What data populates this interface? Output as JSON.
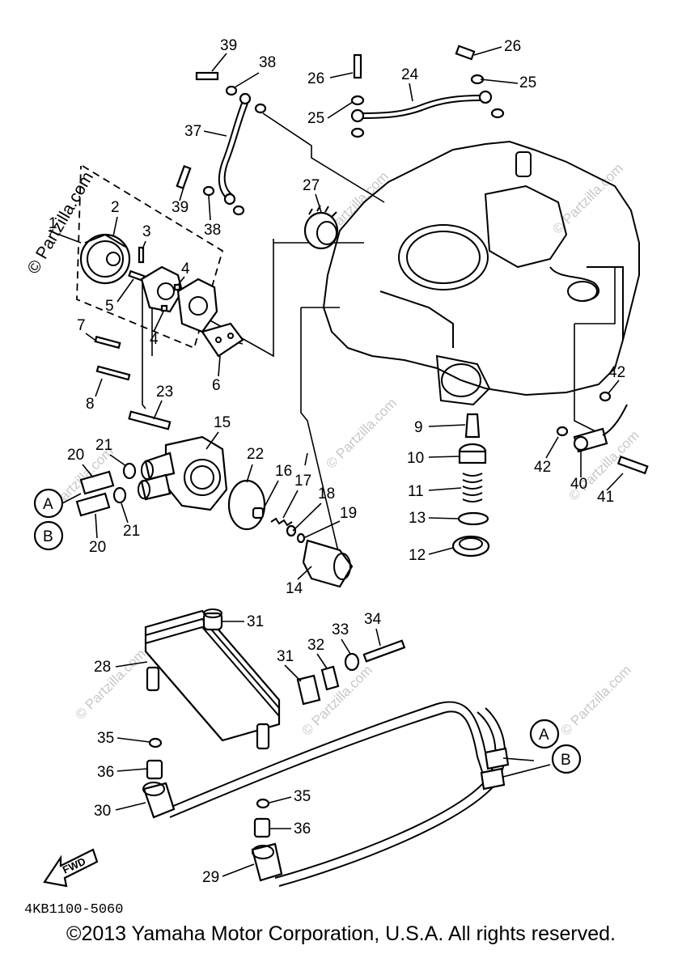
{
  "watermark": "© Partzilla.com",
  "drawing_code": "4KB1100-5060",
  "fwd_label": "FWD",
  "copyright": "©2013 Yamaha Motor Corporation, U.S.A. All rights reserved.",
  "parts": {
    "p1": "1",
    "p2": "2",
    "p3": "3",
    "p4a": "4",
    "p4b": "4",
    "p5": "5",
    "p6": "6",
    "p7": "7",
    "p8": "8",
    "p9": "9",
    "p10": "10",
    "p11": "11",
    "p12": "12",
    "p13": "13",
    "p14": "14",
    "p15": "15",
    "p16": "16",
    "p17": "17",
    "p18": "18",
    "p19": "19",
    "p20a": "20",
    "p20b": "20",
    "p21a": "21",
    "p21b": "21",
    "p22": "22",
    "p23": "23",
    "p24": "24",
    "p25a": "25",
    "p25b": "25",
    "p26a": "26",
    "p26b": "26",
    "p27": "27",
    "p28": "28",
    "p29": "29",
    "p30": "30",
    "p31a": "31",
    "p31b": "31",
    "p32": "32",
    "p33": "33",
    "p34": "34",
    "p35a": "35",
    "p35b": "35",
    "p36a": "36",
    "p36b": "36",
    "p37": "37",
    "p38a": "38",
    "p38b": "38",
    "p39a": "39",
    "p39b": "39",
    "p40": "40",
    "p41": "41",
    "p42a": "42",
    "p42b": "42"
  },
  "connectors": {
    "a_left": "A",
    "b_left": "B",
    "a_right": "A",
    "b_right": "B"
  }
}
